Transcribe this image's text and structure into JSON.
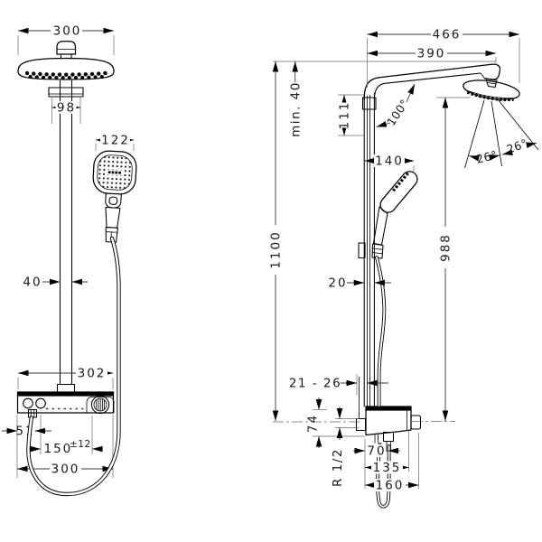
{
  "page": {
    "background": "#ffffff",
    "line_color": "#000000",
    "text_color": "#1a1a1a"
  },
  "front_view": {
    "dims": {
      "head_width": "300",
      "escutcheon": "98",
      "hand_shower_width": "122",
      "pipe_width": "40",
      "valve_width": "302",
      "outlet_offset": "51",
      "hose_center": "150",
      "hose_center_tol": "±12",
      "bottom_width": "300"
    }
  },
  "side_view": {
    "dims": {
      "total_depth": "466",
      "arm_reach": "390",
      "ceiling_clearance": "min. 40",
      "total_height": "1100",
      "holder_drop": "111",
      "arm_angle": "100°",
      "hand_shower_offset": "140",
      "spray_angle_left": "26°",
      "spray_angle_right": "26°",
      "head_to_valve": "988",
      "pipe_depth": "20",
      "wall_adjust": "21 - 26",
      "valve_height": "74",
      "connection_thread": "R 1/2",
      "outlet_depth": "70",
      "valve_depth": "135",
      "knob_depth": "160"
    }
  }
}
